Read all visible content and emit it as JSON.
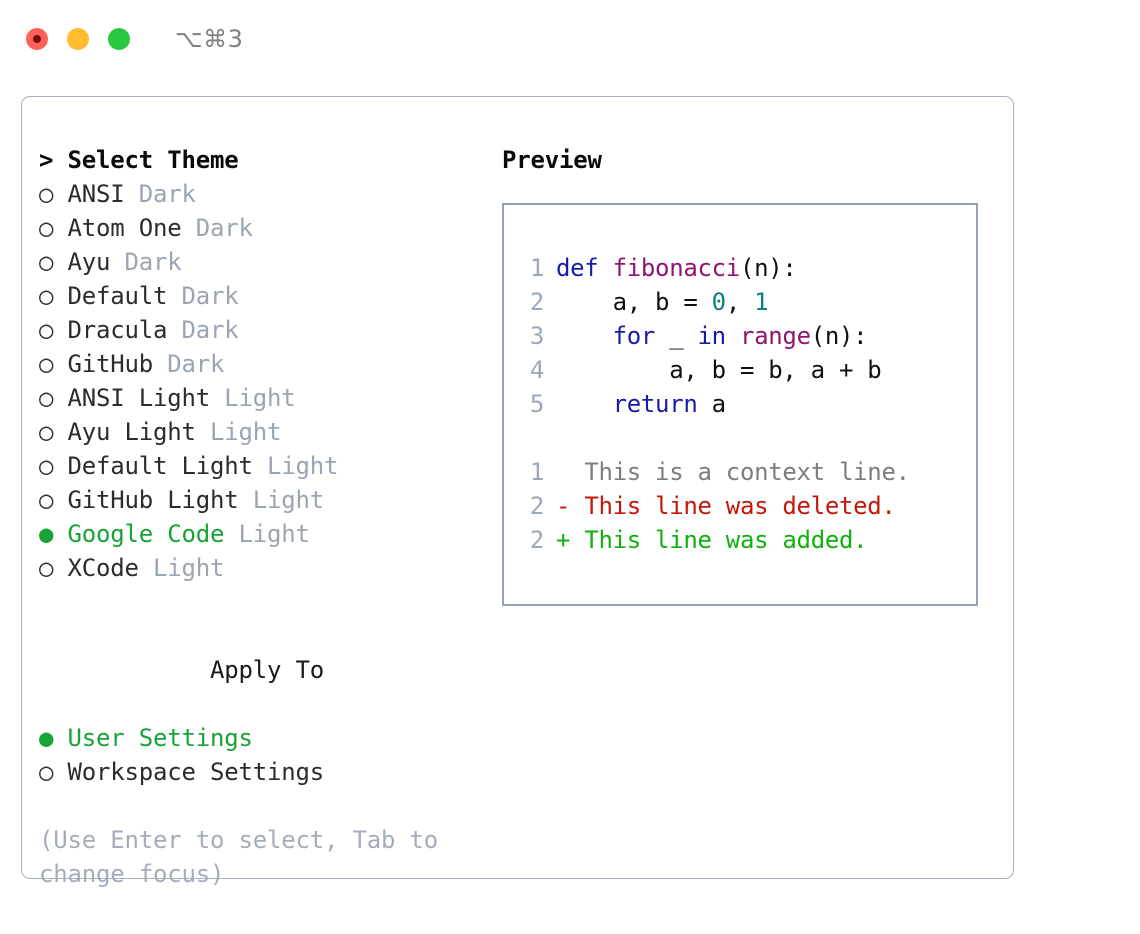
{
  "titlebar": {
    "shortcut": "⌥⌘3",
    "close_label": "close",
    "minimize_label": "minimize",
    "maximize_label": "maximize"
  },
  "theme_list": {
    "header": "> Select Theme",
    "bullet_selected": "●",
    "bullet_unselected": "○",
    "items": [
      {
        "name": "ANSI",
        "kind": "Dark",
        "selected": false
      },
      {
        "name": "Atom One",
        "kind": "Dark",
        "selected": false
      },
      {
        "name": "Ayu",
        "kind": "Dark",
        "selected": false
      },
      {
        "name": "Default",
        "kind": "Dark",
        "selected": false
      },
      {
        "name": "Dracula",
        "kind": "Dark",
        "selected": false
      },
      {
        "name": "GitHub",
        "kind": "Dark",
        "selected": false
      },
      {
        "name": "ANSI Light",
        "kind": "Light",
        "selected": false
      },
      {
        "name": "Ayu Light",
        "kind": "Light",
        "selected": false
      },
      {
        "name": "Default Light",
        "kind": "Light",
        "selected": false
      },
      {
        "name": "GitHub Light",
        "kind": "Light",
        "selected": false
      },
      {
        "name": "Google Code",
        "kind": "Light",
        "selected": true
      },
      {
        "name": "XCode",
        "kind": "Light",
        "selected": false
      }
    ]
  },
  "apply_to": {
    "header": "Apply To",
    "items": [
      {
        "name": "User Settings",
        "selected": true
      },
      {
        "name": "Workspace Settings",
        "selected": false
      }
    ]
  },
  "hint": "(Use Enter to select, Tab to\nchange focus)",
  "preview": {
    "title": "Preview",
    "code_lines": [
      {
        "no": "1",
        "tokens": [
          {
            "t": "def ",
            "c": "kw"
          },
          {
            "t": "fibonacci",
            "c": "fn"
          },
          {
            "t": "(n):",
            "c": "pl"
          }
        ]
      },
      {
        "no": "2",
        "tokens": [
          {
            "t": "    a, b = ",
            "c": "pl"
          },
          {
            "t": "0",
            "c": "num"
          },
          {
            "t": ", ",
            "c": "pl"
          },
          {
            "t": "1",
            "c": "num"
          }
        ]
      },
      {
        "no": "3",
        "tokens": [
          {
            "t": "    ",
            "c": "pl"
          },
          {
            "t": "for",
            "c": "kw"
          },
          {
            "t": " _ ",
            "c": "pl"
          },
          {
            "t": "in",
            "c": "kw"
          },
          {
            "t": " ",
            "c": "pl"
          },
          {
            "t": "range",
            "c": "fn"
          },
          {
            "t": "(n):",
            "c": "pl"
          }
        ]
      },
      {
        "no": "4",
        "tokens": [
          {
            "t": "        a, b = b, a + b",
            "c": "pl"
          }
        ]
      },
      {
        "no": "5",
        "tokens": [
          {
            "t": "    ",
            "c": "pl"
          },
          {
            "t": "return",
            "c": "kw"
          },
          {
            "t": " a",
            "c": "pl"
          }
        ]
      }
    ],
    "diff_lines": [
      {
        "no": "1",
        "marker": "  ",
        "text": "This is a context line.",
        "kind": "ctx"
      },
      {
        "no": "2",
        "marker": "- ",
        "text": "This line was deleted.",
        "kind": "del"
      },
      {
        "no": "2",
        "marker": "+ ",
        "text": "This line was added.",
        "kind": "add"
      }
    ]
  },
  "colors": {
    "accent_green": "#19a337",
    "muted": "#9aa5b4",
    "hint": "#a3adbb",
    "keyword": "#1a1aa8",
    "function": "#8e1570",
    "number": "#0d8080",
    "diff_context": "#7d7d7d",
    "diff_deleted": "#c21807",
    "diff_added": "#10b010",
    "border": "#a7b2c0",
    "preview_border": "#94a1b2",
    "light_close": "#ff6059",
    "light_min": "#ffbd2e",
    "light_max": "#28c840"
  }
}
